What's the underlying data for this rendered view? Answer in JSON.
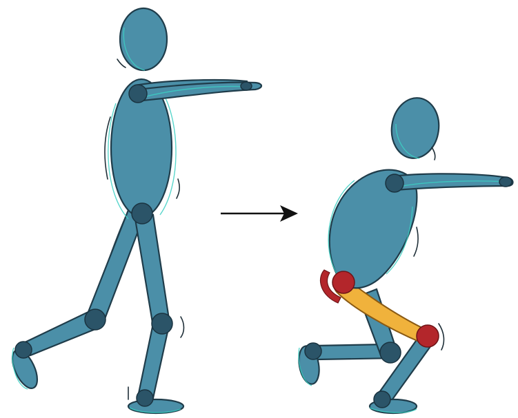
{
  "illustration": {
    "left_figure": {
      "pose": "standing",
      "icon": "standing-figure-icon"
    },
    "arrow": {
      "icon": "right-arrow-icon"
    },
    "right_figure": {
      "pose": "squat",
      "icon": "squatting-figure-icon",
      "highlighted_joints": [
        "hip",
        "knee"
      ],
      "highlighted_segment": "thigh"
    }
  },
  "colors": {
    "body": "#4b8fa8",
    "outline": "#1f3c4a",
    "joint": "#2b5468",
    "sketch_lines": "#3ccfc3",
    "highlight_joint": "#b3262b",
    "highlight_bone": "#f0b23c",
    "background": "#ffffff"
  }
}
